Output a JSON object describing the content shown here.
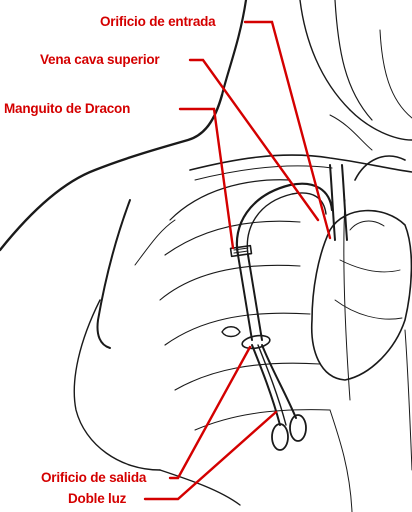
{
  "labels": {
    "entrada": "Orificio de entrada",
    "vena": "Vena cava superior",
    "dracon": "Manguito de Dracon",
    "salida": "Orificio de salida",
    "doble": "Doble luz"
  },
  "colors": {
    "label": "#d40000",
    "leader": "#d40000",
    "ink": "#1a1a1a",
    "background": "#ffffff"
  }
}
